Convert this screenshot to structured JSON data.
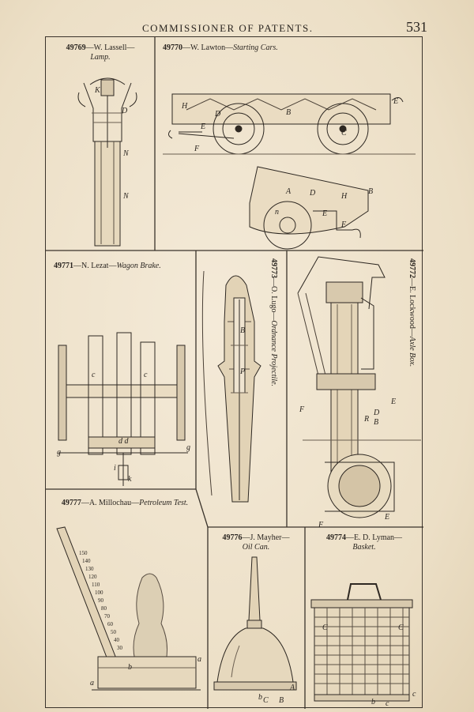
{
  "header": {
    "title": "COMMISSIONER OF PATENTS.",
    "page_number": "531"
  },
  "patents": [
    {
      "number": "49769",
      "inventor": "W. Lassell",
      "title": "Lamp."
    },
    {
      "number": "49770",
      "inventor": "W. Lawton",
      "title": "Starting Cars."
    },
    {
      "number": "49771",
      "inventor": "N. Lezat",
      "title": "Wagon Brake."
    },
    {
      "number": "49773",
      "inventor": "O. Lugo",
      "title": "Ordnance Projectile."
    },
    {
      "number": "49772",
      "inventor": "E. Lockwood",
      "title": "Axle Box."
    },
    {
      "number": "49777",
      "inventor": "A. Millochau",
      "title": "Petroleum Test."
    },
    {
      "number": "49776",
      "inventor": "J. Mayher",
      "title": "Oil Can."
    },
    {
      "number": "49774",
      "inventor": "E. D. Lyman",
      "title": "Basket."
    }
  ],
  "figure_labels": {
    "lamp": [
      "K",
      "D",
      "N",
      "N"
    ],
    "cars": [
      "H",
      "D",
      "B",
      "E",
      "E",
      "F",
      "C",
      "A",
      "D",
      "H",
      "B",
      "E",
      "F",
      "n"
    ],
    "brake": [
      "c",
      "c",
      "d d",
      "g",
      "g",
      "i",
      "k"
    ],
    "projectile": [
      "B",
      "P"
    ],
    "axle": [
      "E",
      "F",
      "R",
      "D",
      "B",
      "E",
      "F"
    ],
    "thermometer_scale": [
      "150",
      "140",
      "130",
      "120",
      "110",
      "100",
      "90",
      "80",
      "70",
      "60",
      "50",
      "40",
      "30"
    ],
    "test": [
      "a",
      "a",
      "b"
    ],
    "oilcan": [
      "A",
      "b",
      "C",
      "B"
    ],
    "basket": [
      "C",
      "C",
      "b",
      "c",
      "c"
    ]
  }
}
